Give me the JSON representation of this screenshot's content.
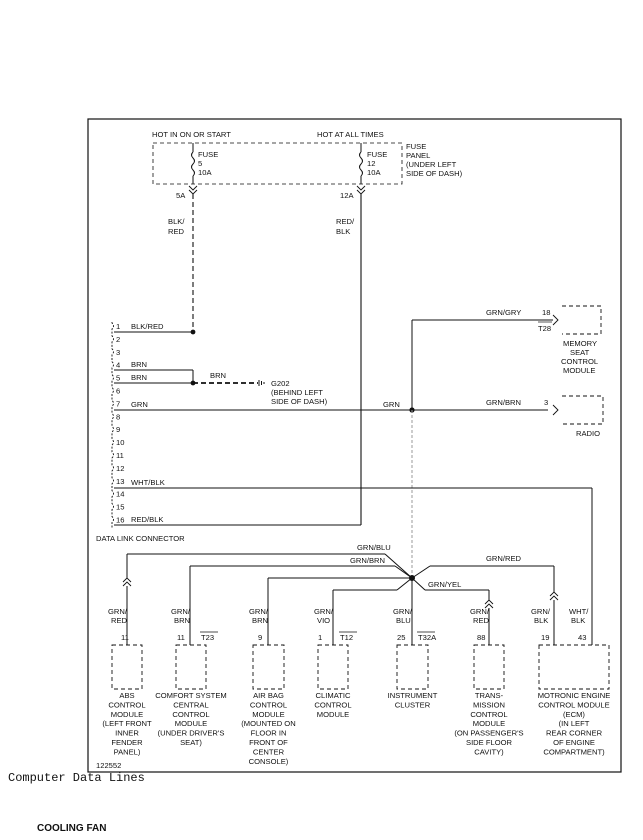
{
  "frame_label": "122552",
  "fuse_panel": {
    "hot_in_on_or_start": "HOT IN ON OR START",
    "hot_at_all_times": "HOT AT ALL TIMES",
    "fuse_left": [
      "FUSE",
      "5",
      "10A"
    ],
    "fuse_right": [
      "FUSE",
      "12",
      "10A"
    ],
    "panel_label": [
      "FUSE",
      "PANEL",
      "(UNDER LEFT",
      "SIDE OF DASH)"
    ],
    "terminal_left": "5A",
    "terminal_right": "12A",
    "wire_left": [
      "BLK/",
      "RED"
    ],
    "wire_right": [
      "RED/",
      "BLK"
    ]
  },
  "data_link_connector": {
    "label": "DATA LINK CONNECTOR",
    "pins": [
      "1",
      "2",
      "3",
      "4",
      "5",
      "6",
      "7",
      "8",
      "9",
      "10",
      "11",
      "12",
      "13",
      "14",
      "15",
      "16"
    ],
    "pin_wires": {
      "p1": "BLK/RED",
      "p4": "BRN",
      "p5": "BRN",
      "p7": "GRN",
      "p13": "WHT/BLK",
      "p16": "RED/BLK"
    }
  },
  "ground": {
    "wire": "BRN",
    "id": "G202",
    "location": [
      "(BEHIND LEFT",
      "SIDE OF DASH)"
    ]
  },
  "right_modules": {
    "grn_mid_label": "GRN",
    "memory_seat": {
      "wire": "GRN/GRY",
      "pin": "18",
      "connector": "T28",
      "name": [
        "MEMORY",
        "SEAT",
        "CONTROL",
        "MODULE"
      ]
    },
    "radio": {
      "wire": "GRN/BRN",
      "pin": "3",
      "name": [
        "RADIO"
      ]
    }
  },
  "splice_wires": {
    "grn_blu": "GRN/BLU",
    "grn_brn": "GRN/BRN",
    "grn_yel": "GRN/YEL",
    "grn_red": "GRN/RED"
  },
  "bottom_modules": [
    {
      "wire": [
        "GRN/",
        "RED"
      ],
      "pin": "11",
      "connector": "",
      "name": [
        "ABS",
        "CONTROL",
        "MODULE",
        "(LEFT FRONT",
        "INNER",
        "FENDER",
        "PANEL)"
      ]
    },
    {
      "wire": [
        "GRN/",
        "BRN"
      ],
      "pin": "11",
      "connector": "T23",
      "name": [
        "COMFORT SYSTEM",
        "CENTRAL",
        "CONTROL",
        "MODULE",
        "(UNDER DRIVER'S",
        "SEAT)"
      ]
    },
    {
      "wire": [
        "GRN/",
        "BRN"
      ],
      "pin": "9",
      "connector": "",
      "name": [
        "AIR BAG",
        "CONTROL",
        "MODULE",
        "(MOUNTED ON",
        "FLOOR IN",
        "FRONT OF",
        "CENTER",
        "CONSOLE)"
      ]
    },
    {
      "wire": [
        "GRN/",
        "VIO"
      ],
      "pin": "1",
      "connector": "T12",
      "name": [
        "CLIMATIC",
        "CONTROL",
        "MODULE"
      ]
    },
    {
      "wire": [
        "GRN/",
        "BLU"
      ],
      "pin": "25",
      "connector": "T32A",
      "name": [
        "INSTRUMENT",
        "CLUSTER"
      ]
    },
    {
      "wire": [
        "GRN/",
        "RED"
      ],
      "pin": "88",
      "connector": "",
      "name": [
        "TRANS-",
        "MISSION",
        "CONTROL",
        "MODULE",
        "(ON PASSENGER'S",
        "SIDE FLOOR",
        "CAVITY)"
      ]
    },
    {
      "wire": [
        "GRN/",
        "BLK"
      ],
      "pin": "19",
      "connector": "",
      "name": [
        "MOTRONIC ENGINE",
        "CONTROL MODULE",
        "(ECM)",
        "(IN LEFT",
        "REAR CORNER",
        "OF ENGINE",
        "COMPARTMENT)"
      ]
    }
  ],
  "ecm_extra": {
    "wire": [
      "WHT/",
      "BLK"
    ],
    "pin": "43"
  },
  "caption": "Computer Data Lines",
  "next_section": "COOLING FAN"
}
